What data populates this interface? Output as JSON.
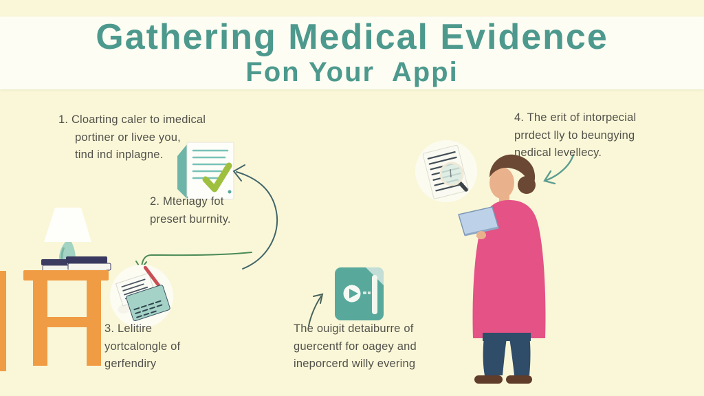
{
  "title": {
    "line1": "Gathering Medical Evidence",
    "line2": "Fon Your  Appi"
  },
  "steps": {
    "step1": "1. Cloarting caler to imedical\nportiner or livee you,\ntind ind inplagne.",
    "step2": "2. Mteriagy fot\npresert burrnity.",
    "step3": "3. Lelitire\nyortcalongle of\ngerfendiry",
    "step4": "4. The erit of intorpecial\nprrdect lly to beungying\nnedical levellecy.",
    "caption": "The ouigit detaiburre of\nguercentf for oagey and\nineporcerd willy evering"
  },
  "icons": {
    "document_check": "document-check-icon",
    "notepad_pen": "notepad-pen-icon",
    "media_file": "media-file-icon",
    "document_magnifier": "document-magnifier-icon",
    "table_lamp": "side-table-lamp-illustration",
    "woman_tablet": "woman-with-tablet-illustration"
  },
  "colors": {
    "background": "#faf7d8",
    "title_band": "#fdfdf3",
    "title_text": "#4d998d",
    "body_text": "#52514a",
    "arrow_slate": "#41656a",
    "arrow_green": "#4a8a57",
    "arrow_teal": "#5b9d90",
    "icon_teal": "#58a99c",
    "table_orange": "#f09c44",
    "sweater_pink": "#e45286",
    "pants_navy": "#2f4c69",
    "hair_brown": "#6b4833",
    "check_green": "#9fc03e",
    "pen_red": "#c94f55",
    "tablet_blue": "#bdd2e8"
  }
}
